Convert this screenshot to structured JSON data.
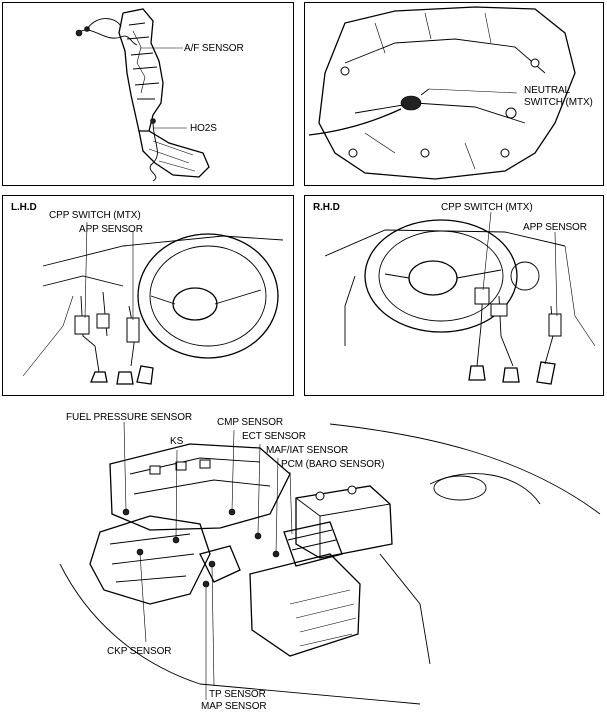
{
  "panels": {
    "top_left": {
      "labels": {
        "af_sensor": "A/F SENSOR",
        "ho2s": "HO2S"
      }
    },
    "top_right": {
      "labels": {
        "neutral_switch_line1": "NEUTRAL",
        "neutral_switch_line2": "SWITCH (MTX)"
      }
    },
    "lhd": {
      "header": "L.H.D",
      "labels": {
        "cpp_switch": "CPP SWITCH (MTX)",
        "app_sensor": "APP SENSOR"
      }
    },
    "rhd": {
      "header": "R.H.D",
      "labels": {
        "cpp_switch": "CPP SWITCH (MTX)",
        "app_sensor": "APP SENSOR"
      }
    }
  },
  "engine": {
    "labels": {
      "fuel_pressure_sensor": "FUEL PRESSURE SENSOR",
      "ks": "KS",
      "cmp_sensor": "CMP SENSOR",
      "ect_sensor": "ECT SENSOR",
      "maf_iat_sensor": "MAF/IAT SENSOR",
      "pcm": "PCM (BARO SENSOR)",
      "ckp_sensor": "CKP SENSOR",
      "tp_sensor": "TP SENSOR",
      "map_sensor": "MAP SENSOR"
    }
  }
}
